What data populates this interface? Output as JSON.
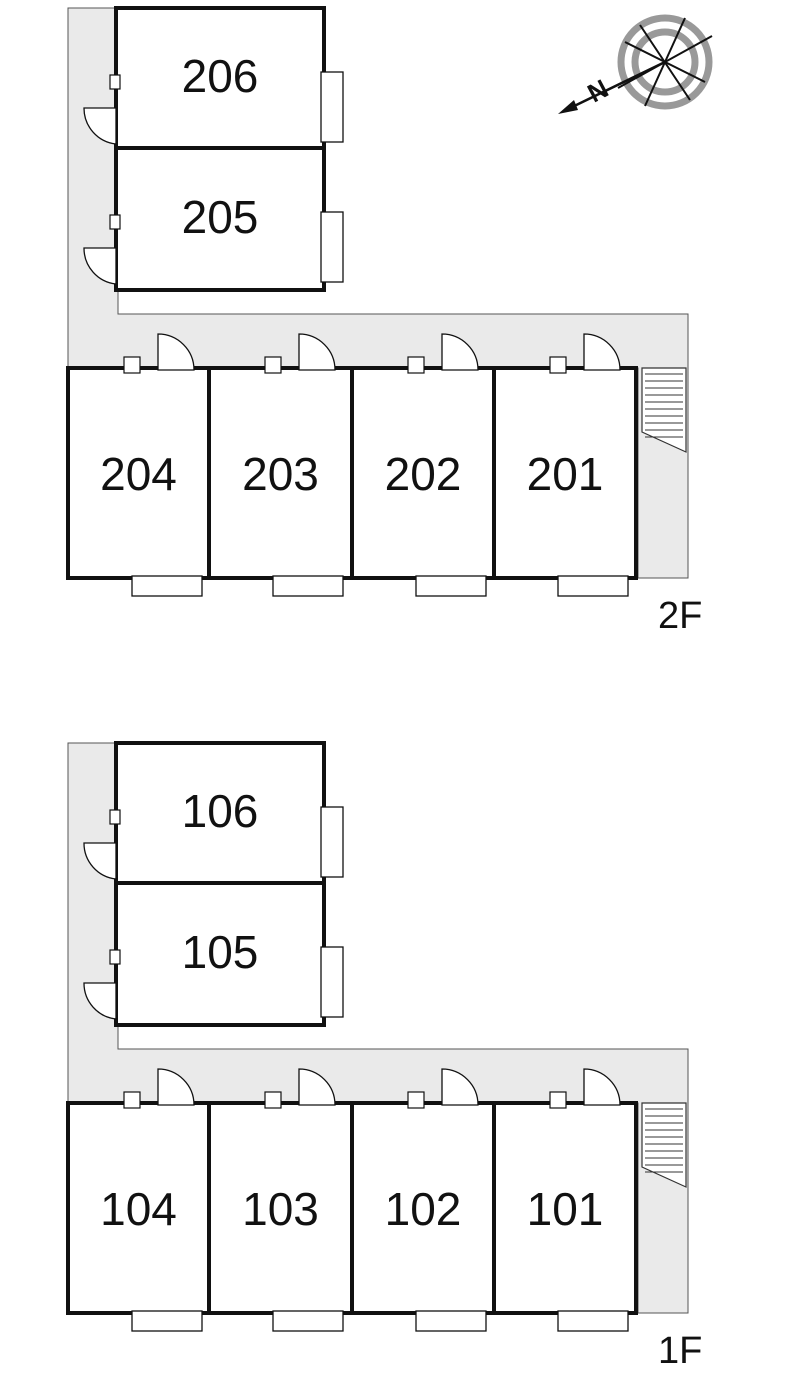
{
  "compass": {
    "north_label": "N"
  },
  "floors": [
    {
      "label": "2F",
      "rooms": [
        "206",
        "205",
        "204",
        "203",
        "202",
        "201"
      ]
    },
    {
      "label": "1F",
      "rooms": [
        "106",
        "105",
        "104",
        "103",
        "102",
        "101"
      ]
    }
  ]
}
